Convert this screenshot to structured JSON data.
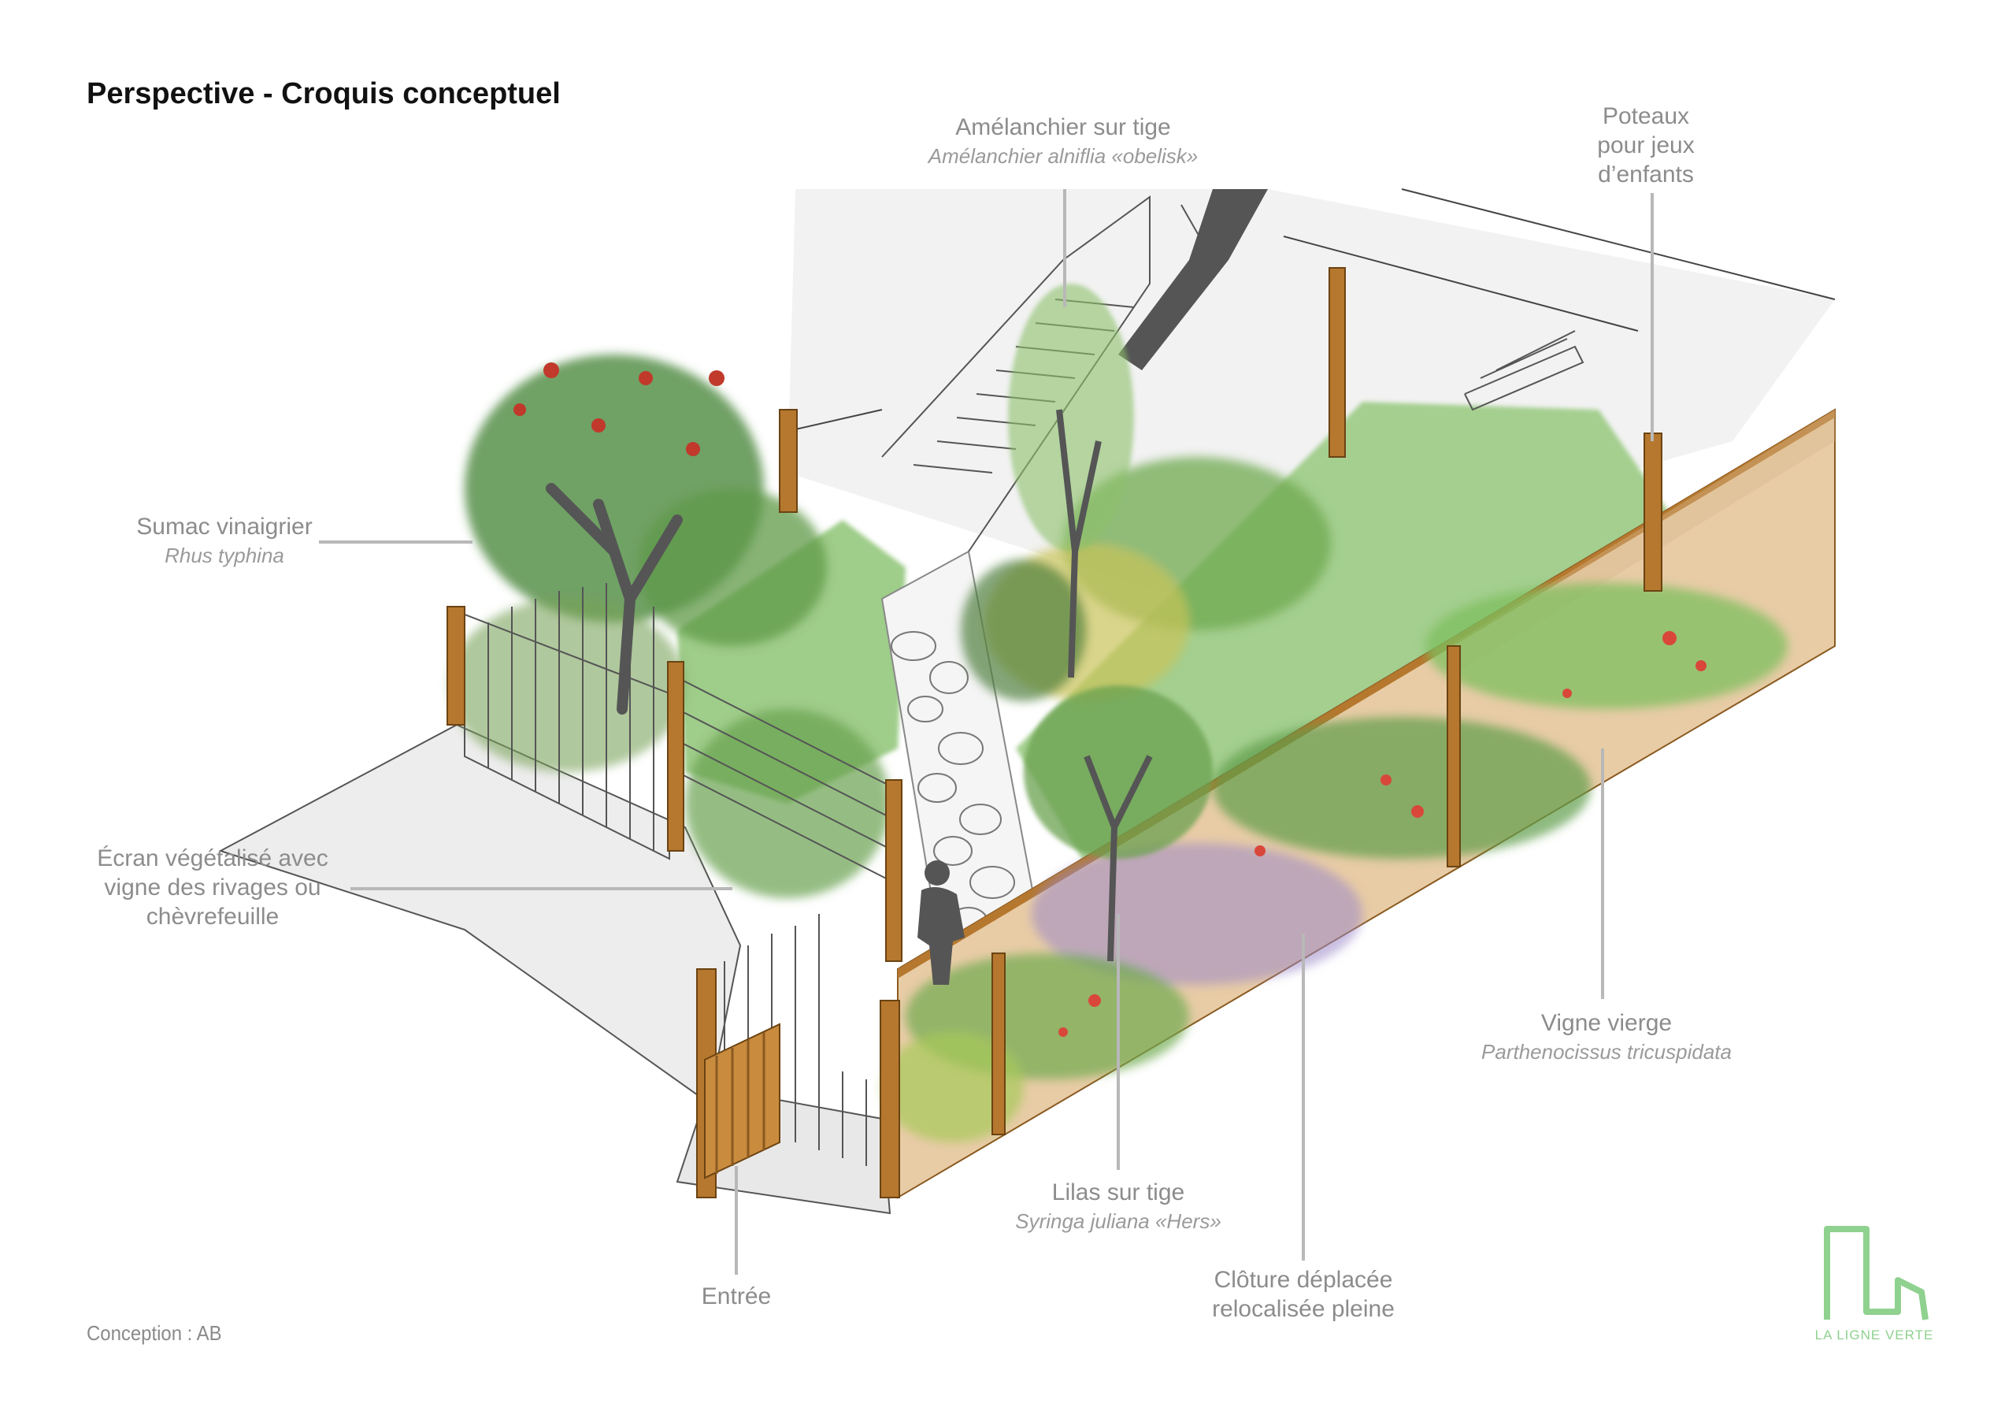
{
  "title": "Perspective - Croquis conceptuel",
  "credit": "Conception : AB",
  "labels": {
    "amelanchier": {
      "name": "Amélanchier sur tige",
      "sci": "Amélanchier alniflia «obelisk»"
    },
    "poteaux": {
      "line1": "Poteaux",
      "line2": "pour jeux",
      "line3": "d’enfants"
    },
    "sumac": {
      "name": "Sumac vinaigrier",
      "sci": "Rhus typhina"
    },
    "ecran": {
      "line1": "Écran végétalisé avec",
      "line2": "vigne des rivages ou",
      "line3": "chèvrefeuille"
    },
    "vigne": {
      "name": "Vigne vierge",
      "sci": "Parthenocissus tricuspidata"
    },
    "lilas": {
      "name": "Lilas sur tige",
      "sci": "Syringa juliana «Hers»"
    },
    "entree": "Entrée",
    "cloture": {
      "line1": "Clôture déplacée",
      "line2": "relocalisée pleine"
    }
  },
  "logo": {
    "text": "LA LIGNE VERTE"
  },
  "colors": {
    "lawn": "#9fcd8a",
    "wood": "#b5782e",
    "fence_panel": "#e6c8a0",
    "paving": "#eeeeee",
    "foliage_dark": "#3f7a3a",
    "foliage_light": "#7cbf5e",
    "leader": "#b8b8b8",
    "label": "#8c8c8c",
    "logo": "#8fd18f"
  }
}
